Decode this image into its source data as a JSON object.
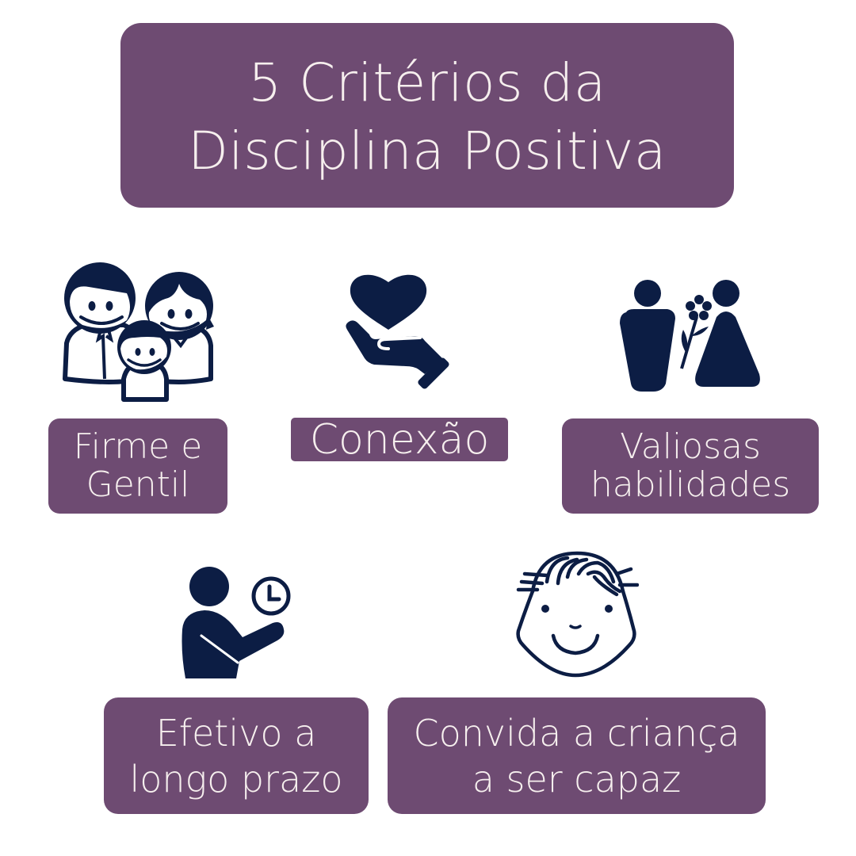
{
  "title": {
    "line1": "5 Critérios da",
    "line2": "Disciplina Positiva"
  },
  "colors": {
    "box_background": "#6e4b72",
    "box_text": "#f6efee",
    "icon_color": "#0c1d44",
    "page_background": "#ffffff"
  },
  "criteria": [
    {
      "icon": "family-icon",
      "lines": [
        "Firme e",
        "Gentil"
      ]
    },
    {
      "icon": "heart-in-hand-icon",
      "lines": [
        "Conexão"
      ]
    },
    {
      "icon": "couple-with-flower-icon",
      "lines": [
        "Valiosas",
        "habilidades"
      ]
    },
    {
      "icon": "person-with-clock-icon",
      "lines": [
        "Efetivo a",
        "longo prazo"
      ]
    },
    {
      "icon": "child-face-icon",
      "lines": [
        "Convida a criança",
        "a ser capaz"
      ]
    }
  ]
}
